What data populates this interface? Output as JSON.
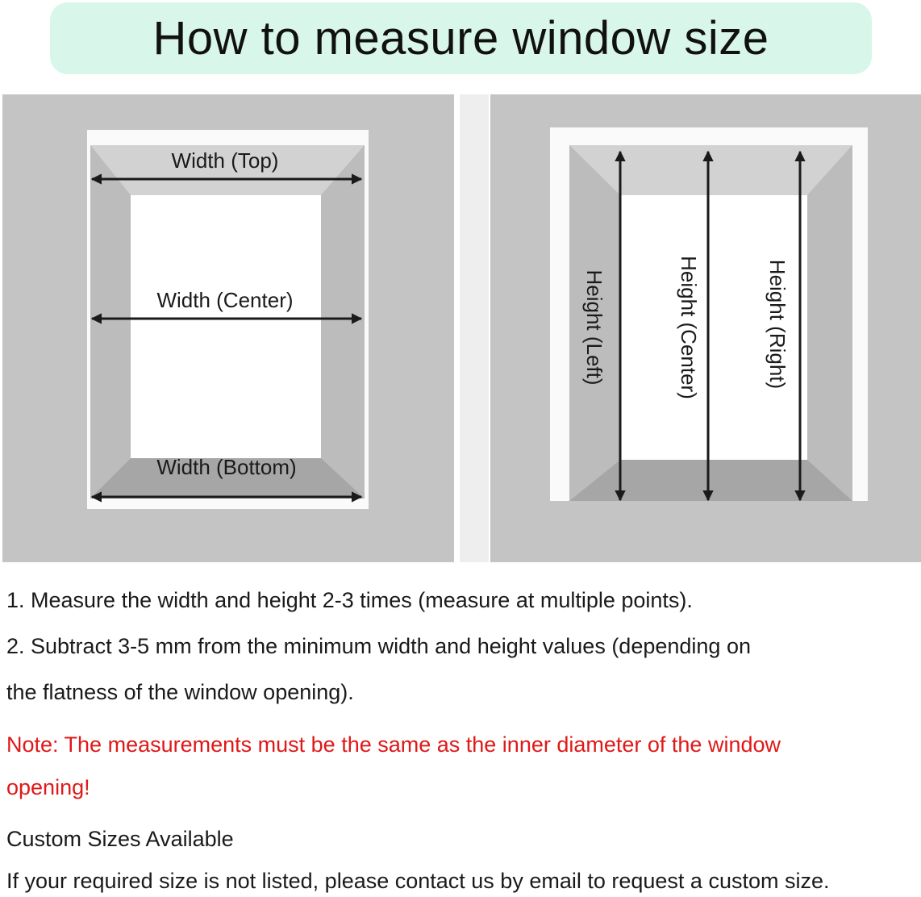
{
  "title": "How to measure window size",
  "diagram": {
    "width_labels": {
      "top": "Width (Top)",
      "center": "Width (Center)",
      "bottom": "Width (Bottom)"
    },
    "height_labels": {
      "left": "Height (Left)",
      "center": "Height (Center)",
      "right": "Height (Right)"
    },
    "colors": {
      "wall": "#c4c4c4",
      "frame": "#fafafa",
      "bevel": "#b4b4b4",
      "glass": "#ffffff",
      "arrow": "#1a1a1a"
    }
  },
  "instructions": {
    "step1": "1. Measure the width and height 2-3 times (measure at multiple points).",
    "step2_line1": "2. Subtract 3-5 mm from the minimum width and height values (depending on",
    "step2_line2": " the flatness of the window opening).",
    "note_line1": "Note: The measurements must be the same as the inner diameter of the window",
    "note_line2": "opening!",
    "custom_title": "Custom Sizes Available",
    "custom_text": "If your required size is not listed, please contact us by email to request a custom size."
  },
  "note_color": "#e01818"
}
